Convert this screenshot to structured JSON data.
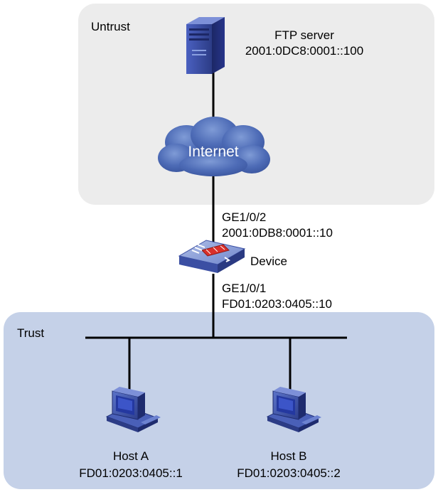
{
  "zones": {
    "untrust": {
      "label": "Untrust",
      "fill": "#ececec"
    },
    "trust": {
      "label": "Trust",
      "fill": "#c5d1e8"
    }
  },
  "ftp_server": {
    "name": "FTP server",
    "address": "2001:0DC8:0001::100"
  },
  "internet": {
    "label": "Internet"
  },
  "device": {
    "name": "Device",
    "upstream": {
      "interface": "GE1/0/2",
      "address": "2001:0DB8:0001::10"
    },
    "downstream": {
      "interface": "GE1/0/1",
      "address": "FD01:0203:0405::10"
    }
  },
  "hosts": [
    {
      "name": "Host A",
      "address": "FD01:0203:0405::1"
    },
    {
      "name": "Host B",
      "address": "FD01:0203:0405::2"
    }
  ],
  "colors": {
    "device_blue": "#3b4fa3",
    "cloud_blue": "#3f5fa8",
    "link": "#000000",
    "firewall_red": "#d9302a"
  }
}
